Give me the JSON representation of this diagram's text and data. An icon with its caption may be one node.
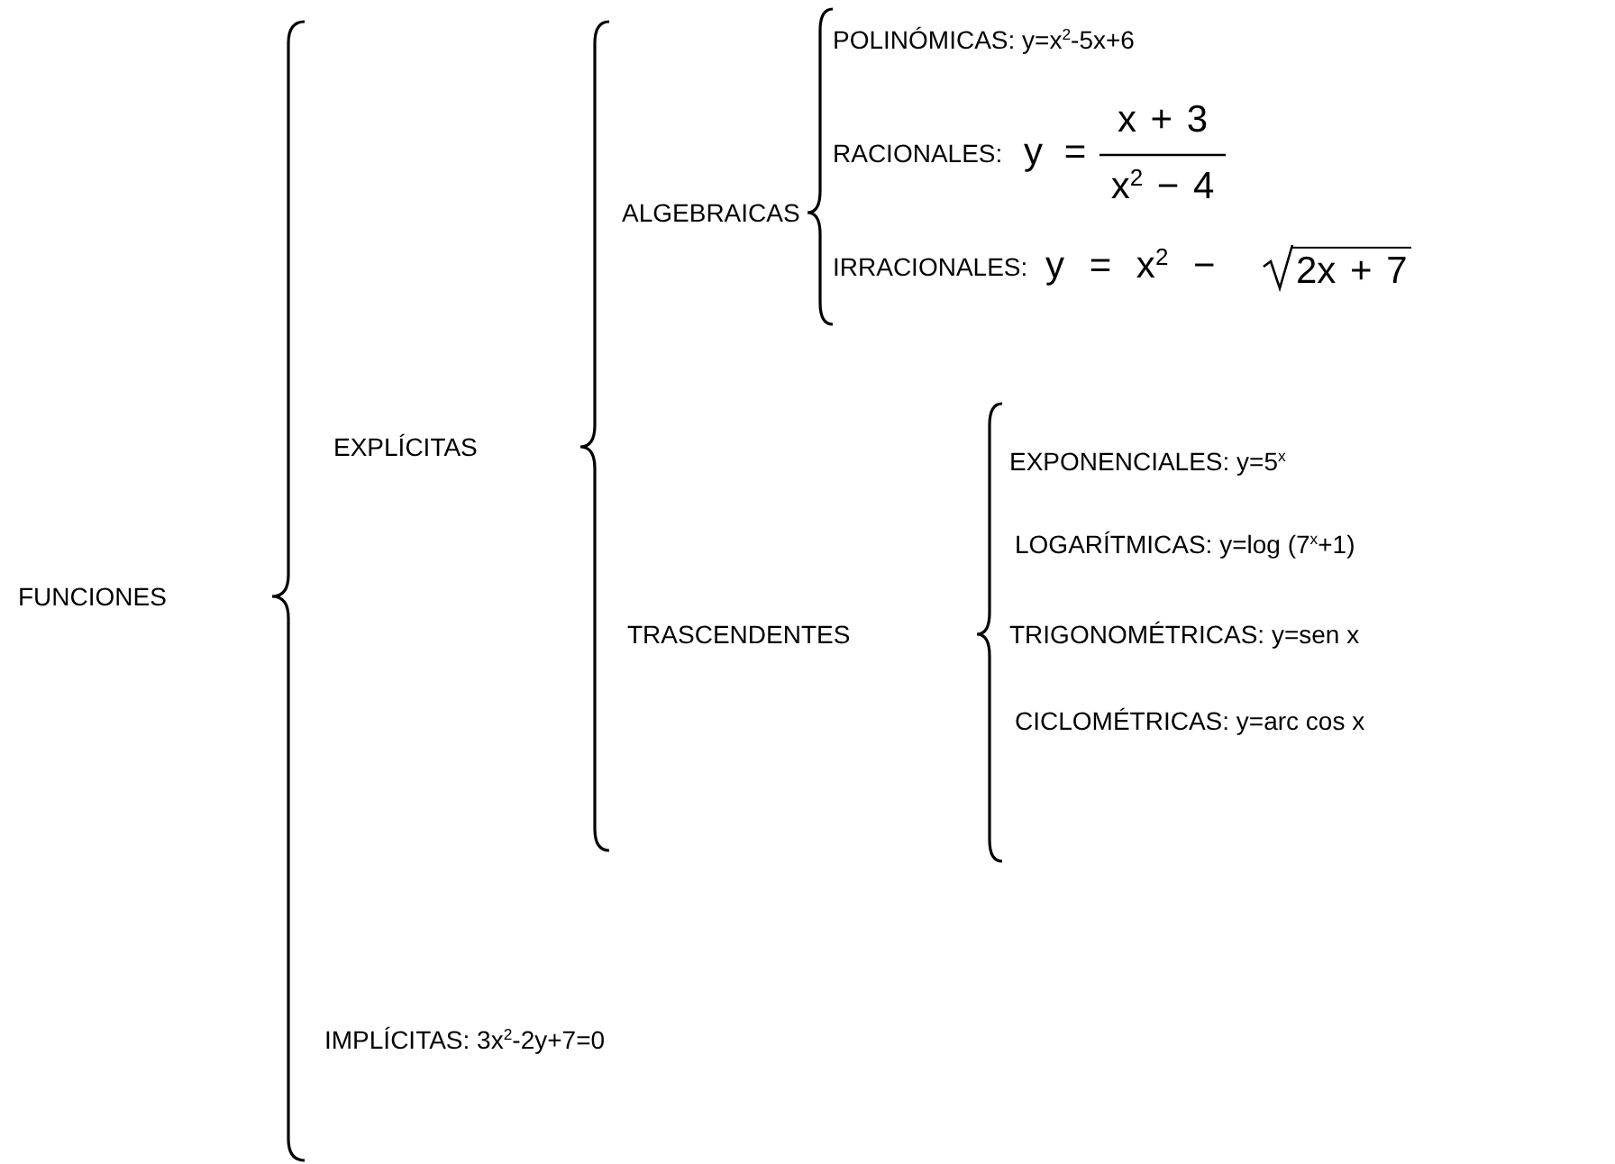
{
  "diagram": {
    "labels": [
      "POLINÓMICAS: y=x$^{2}$-5x+6",
      "ALGEBRAICAS",
      "RACIONALES:",
      "y =",
      "x + 3",
      "x$^{2}$ − 4",
      "IRRACIONALES:",
      "y = x$^{2}$ −",
      "2x + 7",
      "EXPLÍCITAS",
      "EXPONENCIALES: y=5$^{x}$",
      "LOGARÍTMICAS: y=log (7$^{x}$+1)",
      "FUNCIONES",
      "TRASCENDENTES",
      "TRIGONOMÉTRICAS: y=sen x",
      "CICLOMÉTRICAS: y=arc cos x",
      "IMPLÍCITAS: 3x$^{2}$-2y+7=0"
    ]
  }
}
